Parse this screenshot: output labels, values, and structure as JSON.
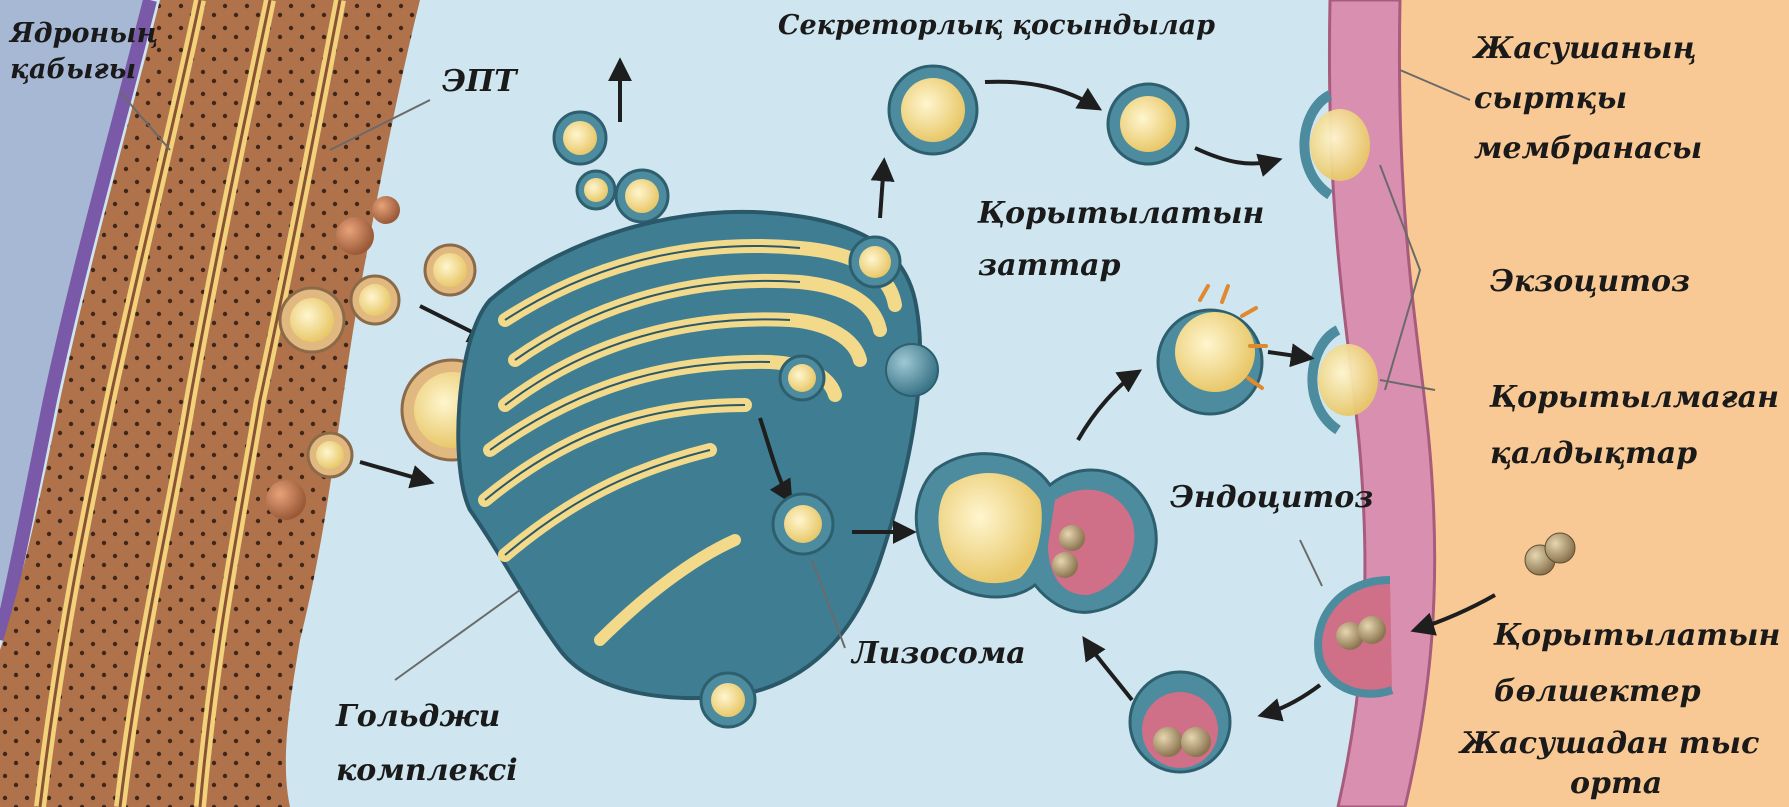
{
  "labels": {
    "nuclear_envelope": [
      "Ядроның",
      "қабығы"
    ],
    "er": "ЭПТ",
    "secretory_inclusions": "Секреторлық қосындылар",
    "outer_membrane": [
      "Жасушаның",
      "сыртқы",
      "мембранасы"
    ],
    "digested_substances": [
      "Қорытылатын",
      "заттар"
    ],
    "exocytosis": "Экзоцитоз",
    "undigested_residues": [
      "Қорытылмаған",
      "қалдықтар"
    ],
    "endocytosis": "Эндоцитоз",
    "lysosome": "Лизосома",
    "golgi_complex": [
      "Гольджи",
      "комплексі"
    ],
    "digestible_particles": [
      "Қорытылатын",
      "бөлшектер"
    ],
    "extracellular_medium": [
      "Жасушадан тыс",
      "орта"
    ]
  },
  "colors": {
    "cytoplasm": "#cfe6f0",
    "extracellular": "#f8c994",
    "membrane": "#d98fb0",
    "golgi": "#3f7e92",
    "golgi_lumen": "#f3d98a",
    "er": "#b0724a",
    "nucleus": "#a7b8d4",
    "vesicle_content": "#f6e6a6",
    "lysosome_inner": "#cf6f88"
  },
  "icons": [
    "arrow-icon",
    "vesicle-icon",
    "particle-icon",
    "golgi-icon"
  ]
}
